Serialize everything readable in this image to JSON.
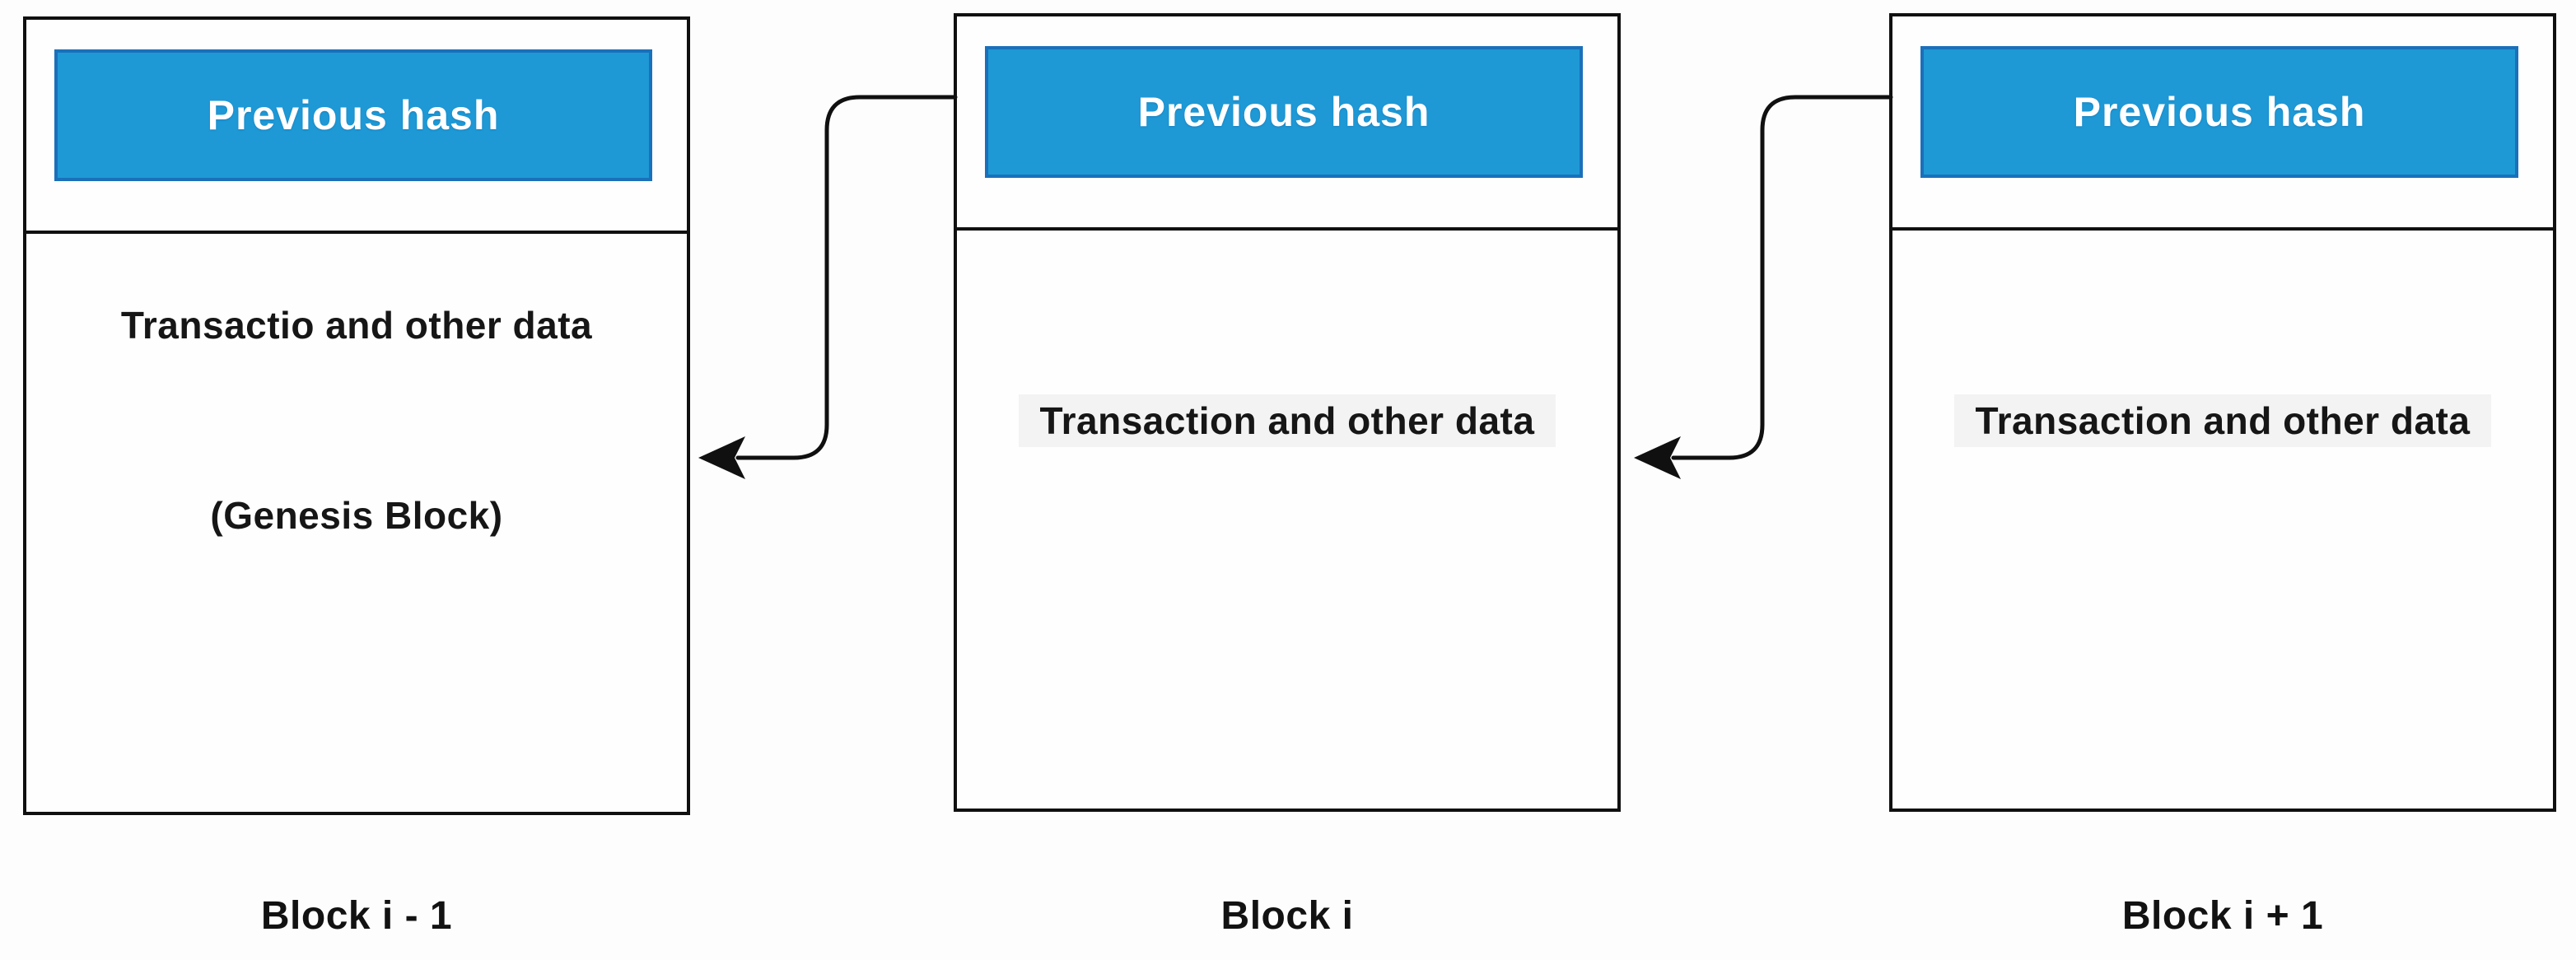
{
  "diagram": {
    "description": "Blockchain block linkage diagram",
    "colors": {
      "hash_box_fill": "#1E99D6",
      "hash_box_border": "#1A70BA",
      "line_color": "#101010",
      "background": "#FDFDFD"
    },
    "blocks": [
      {
        "header_label": "Previous hash",
        "line1": "Transactio and other data",
        "line2": "(Genesis Block)",
        "caption": "Block i - 1"
      },
      {
        "header_label": "Previous hash",
        "line1": "Transaction and other data",
        "caption": "Block i"
      },
      {
        "header_label": "Previous hash",
        "line1": "Transaction and other data",
        "caption": "Block i + 1"
      }
    ]
  }
}
